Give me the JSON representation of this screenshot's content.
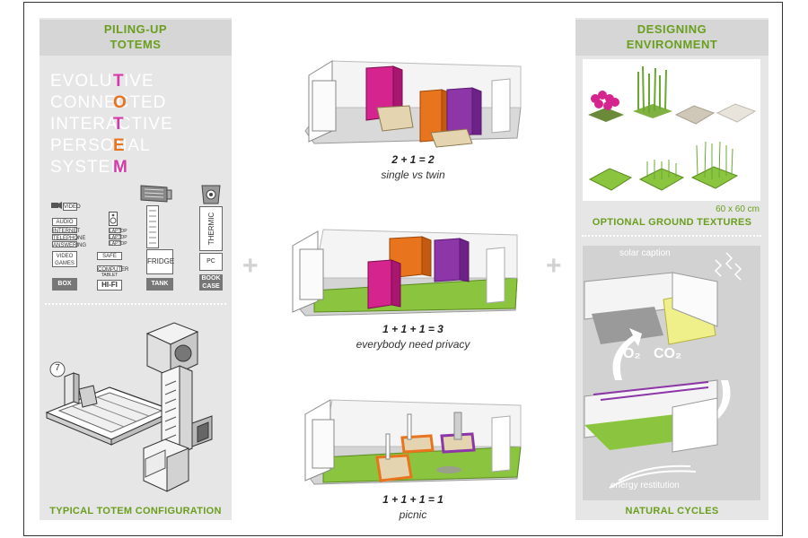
{
  "left_panel": {
    "title_line1": "PILING-UP",
    "title_line2": "TOTEMS",
    "acronym": {
      "lines": [
        "EVOLUTIVE",
        "CONNECTED",
        "INTERACTIVE",
        "PERSONAL",
        "SYSTEM"
      ],
      "letters": [
        "T",
        "O",
        "T",
        "E",
        "M"
      ],
      "letter_colors": [
        "#d63aa8",
        "#e8741e",
        "#d63aa8",
        "#e8741e",
        "#d63aa8"
      ]
    },
    "totems": [
      {
        "labels": [
          "VIDEO",
          "AUDIO",
          "INTERNET",
          "TELEPHONE",
          "ANSWERING",
          "VIDEO GAMES"
        ],
        "footer": "BOX"
      },
      {
        "labels": [
          "LAPTOP",
          "LAPTOP",
          "LAPTOP",
          "SAFE",
          "COMPUTER",
          "TABLET",
          "HI-FI"
        ],
        "footer": ""
      },
      {
        "labels": [
          "FRIDGE",
          "TANK"
        ],
        "footer": "TANK"
      },
      {
        "labels": [
          "THERMIC",
          "PC",
          "BOOK CASE"
        ],
        "footer": "BOOK CASE"
      }
    ],
    "step_number": "7",
    "caption": "TYPICAL TOTEM CONFIGURATION"
  },
  "center": {
    "plus_left": "+",
    "plus_right": "+",
    "scenes": [
      {
        "equation": "2 + 1 = 2",
        "caption": "single vs twin"
      },
      {
        "equation": "1 + 1 + 1 = 3",
        "caption": "everybody need privacy"
      },
      {
        "equation": "1 + 1 + 1 = 1",
        "caption": "picnic"
      }
    ]
  },
  "right_panel": {
    "title_line1": "DESIGNING",
    "title_line2": "ENVIRONMENT",
    "texture_size": "60 x 60 cm",
    "texture_caption": "OPTIONAL GROUND TEXTURES",
    "solar_label": "solar caption",
    "o2_label": "O₂",
    "co2_label": "CO₂",
    "energy_label": "energy restitution",
    "caption": "NATURAL CYCLES"
  }
}
